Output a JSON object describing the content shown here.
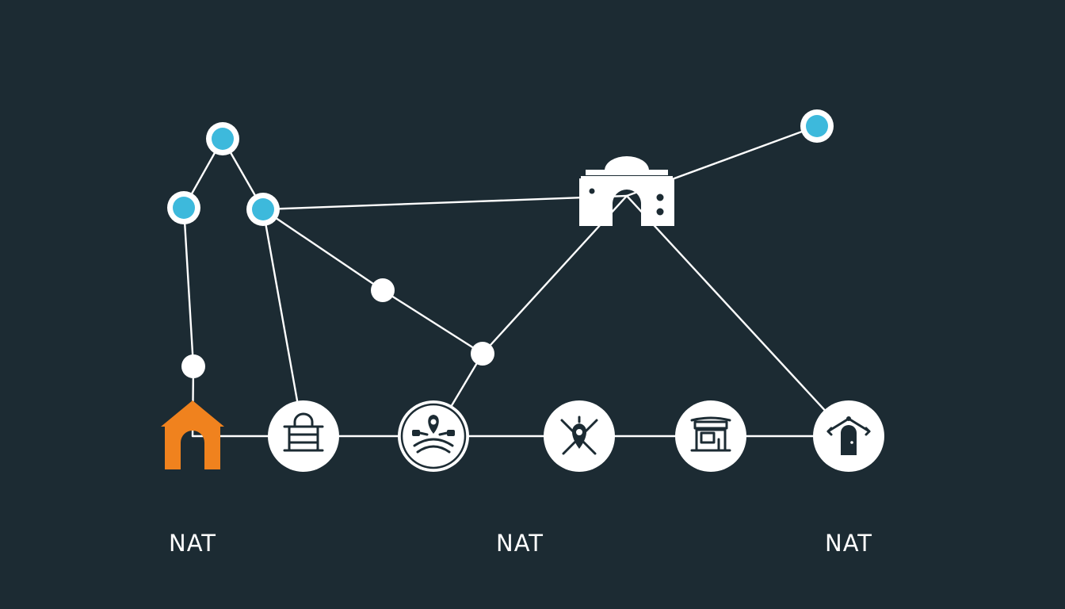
{
  "colors": {
    "background": "#1c2b33",
    "edge": "#ffffff",
    "node_blue": "#3db9dc",
    "node_white": "#ffffff",
    "home_orange": "#f0821e",
    "icon_dark": "#1c2b33"
  },
  "nodes": [
    {
      "id": "blue-top",
      "kind": "blue-dot"
    },
    {
      "id": "blue-left",
      "kind": "blue-dot"
    },
    {
      "id": "blue-mid",
      "kind": "blue-dot"
    },
    {
      "id": "blue-right",
      "kind": "blue-dot"
    },
    {
      "id": "gateway",
      "kind": "gateway-icon"
    },
    {
      "id": "white-mid",
      "kind": "white-dot"
    },
    {
      "id": "white-junction",
      "kind": "white-dot"
    },
    {
      "id": "white-left",
      "kind": "white-dot"
    },
    {
      "id": "home",
      "kind": "home-icon"
    },
    {
      "id": "lock",
      "kind": "lock-icon"
    },
    {
      "id": "location",
      "kind": "location-icon"
    },
    {
      "id": "pin-tools",
      "kind": "pin-tools-icon"
    },
    {
      "id": "storefront",
      "kind": "storefront-icon"
    },
    {
      "id": "door",
      "kind": "door-icon"
    }
  ],
  "edges": [
    [
      "blue-top",
      "blue-left"
    ],
    [
      "blue-top",
      "blue-mid"
    ],
    [
      "blue-left",
      "white-left"
    ],
    [
      "white-left",
      "home"
    ],
    [
      "blue-mid",
      "lock"
    ],
    [
      "blue-mid",
      "gateway"
    ],
    [
      "blue-mid",
      "white-mid"
    ],
    [
      "white-mid",
      "white-junction"
    ],
    [
      "white-junction",
      "location"
    ],
    [
      "white-junction",
      "gateway"
    ],
    [
      "gateway",
      "blue-right"
    ],
    [
      "gateway",
      "door"
    ],
    [
      "home",
      "lock"
    ],
    [
      "lock",
      "location"
    ],
    [
      "location",
      "pin-tools"
    ],
    [
      "pin-tools",
      "storefront"
    ],
    [
      "storefront",
      "door"
    ]
  ],
  "labels": [
    "NAT",
    "NAT",
    "NAT"
  ]
}
